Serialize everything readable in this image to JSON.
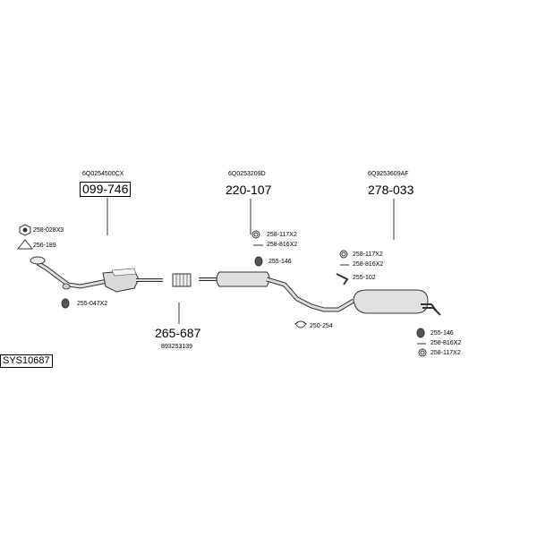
{
  "diagram_code": "SYS10687",
  "main_parts": [
    {
      "id": "catalyst",
      "oe_number": "6Q0254500CX",
      "part_number": "099-746",
      "boxed": true
    },
    {
      "id": "middle_silencer",
      "oe_number": "6Q0253209D",
      "part_number": "220-107",
      "boxed": false
    },
    {
      "id": "rear_silencer",
      "oe_number": "6Q9253609AF",
      "part_number": "278-033",
      "boxed": false
    },
    {
      "id": "flex_pipe",
      "oe_number": "893253139",
      "part_number": "265-687",
      "boxed": false
    }
  ],
  "accessories": {
    "cat_nut": "258-028X3",
    "cat_gasket": "256-189",
    "cat_hanger": "255-047X2",
    "mid_clamp_ring": "258-117X2",
    "mid_bolt": "258-816X2",
    "mid_hanger": "255-146",
    "rear_clamp_ring": "258-117X2",
    "rear_bolt": "258-816X2",
    "rear_mount": "255-102",
    "pipe_clamp": "250-254",
    "tail_hanger": "255-146",
    "tail_bolt": "258-816X2",
    "tail_clamp_ring": "258-117X2"
  }
}
